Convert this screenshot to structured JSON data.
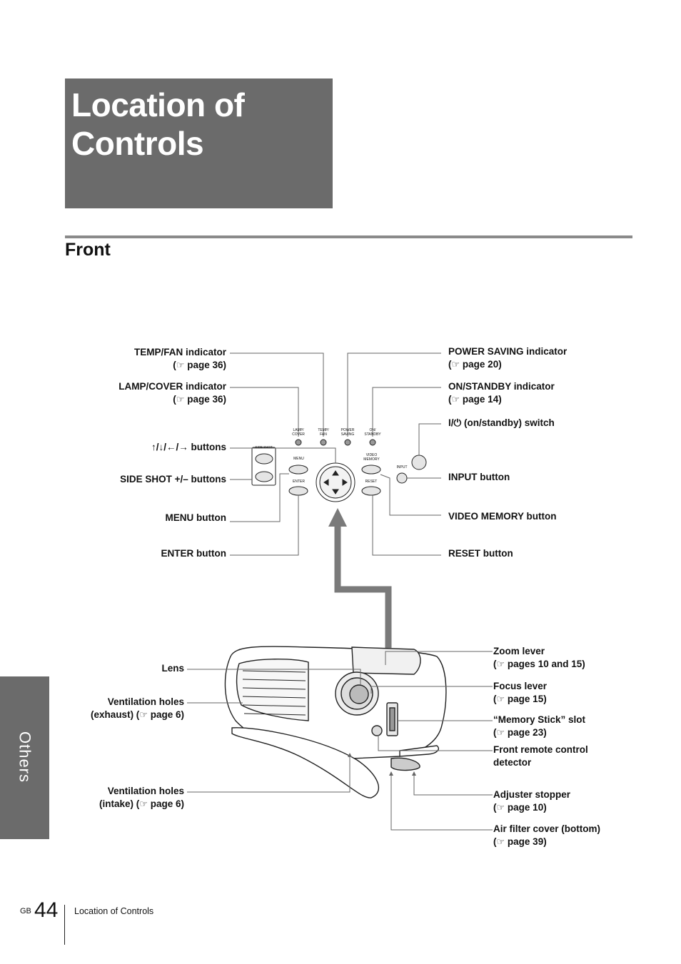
{
  "header": {
    "title_line1": "Location of",
    "title_line2": "Controls",
    "section": "Front",
    "side_tab": "Others"
  },
  "panel": {
    "lamp_cover": "LAMP/\nCOVER",
    "temp_fan": "TEMP/\nFAN",
    "power_saving": "POWER\nSAVING",
    "on_standby": "ON/\nSTANDBY",
    "side_shot": "SIDE SHOT",
    "menu": "MENU",
    "enter": "ENTER",
    "video_memory": "VIDEO\nMEMORY",
    "reset": "RESET",
    "input": "INPUT"
  },
  "labels": {
    "temp_fan": "TEMP/FAN indicator",
    "temp_fan_ref": "page 36)",
    "lamp_cover": "LAMP/COVER indicator",
    "lamp_cover_ref": "page 36)",
    "arrow_buttons": "buttons",
    "side_shot": "SIDE SHOT +/– buttons",
    "menu": "MENU button",
    "enter": "ENTER button",
    "power_saving": "POWER SAVING indicator",
    "power_saving_ref": "page 20)",
    "on_standby": "ON/STANDBY indicator",
    "on_standby_ref": "page 14)",
    "switch": "(on/standby) switch",
    "input": "INPUT button",
    "video_memory": "VIDEO MEMORY button",
    "reset": "RESET button",
    "lens": "Lens",
    "vent_exhaust_1": "Ventilation holes",
    "vent_exhaust_2": "(exhaust) (",
    "vent_exhaust_ref": "page 6)",
    "vent_intake_1": "Ventilation holes",
    "vent_intake_2": "(intake) (",
    "vent_intake_ref": "page 6)",
    "zoom_1": "Zoom lever",
    "zoom_ref": "pages 10 and 15)",
    "focus_1": "Focus lever",
    "focus_ref": "page 15)",
    "memory_stick_1": "“Memory Stick” slot",
    "memory_stick_ref": "page 23)",
    "remote_1": "Front remote control",
    "remote_2": "detector",
    "adjuster_1": "Adjuster stopper",
    "adjuster_ref": "page 10)",
    "air_filter_1": "Air filter cover (bottom)",
    "air_filter_ref": "page 39)"
  },
  "icons": {
    "pointing_hand": "☞",
    "power_symbol": "I/⏻",
    "arrows": "↑/↓/←/→"
  },
  "footer": {
    "gb": "GB",
    "page_number": "44",
    "running_title": "Location of Controls"
  }
}
